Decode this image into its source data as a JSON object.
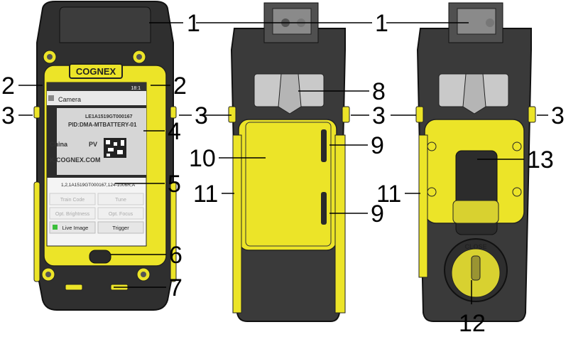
{
  "brand": "COGNEX",
  "screen": {
    "status_time": "18:1",
    "app_title": "Camera",
    "barcode_lines": [
      "LE1A1519GT000167",
      "PID:DMA-MTBATTERY-01",
      "China",
      "PV",
      "K.COGNEX.COM"
    ],
    "decoded_result": "1,2,1A1519GT000167,124-1006R,A",
    "buttons": {
      "train_code": "Train Code",
      "tune": "Tune",
      "opt_brightness": "Opt. Brightness",
      "opt_focus": "Opt. Focus",
      "live_image": "Live Image",
      "trigger": "Trigger"
    }
  },
  "cap_text": "CLOSE",
  "callouts": [
    "1",
    "2",
    "3",
    "4",
    "5",
    "6",
    "7",
    "8",
    "9",
    "10",
    "11",
    "12",
    "13"
  ],
  "colors": {
    "body_yellow": "#ece428",
    "rubber_dark": "#3a3a3a",
    "rubber_darker": "#262626",
    "led_green": "#3bbf3b"
  }
}
